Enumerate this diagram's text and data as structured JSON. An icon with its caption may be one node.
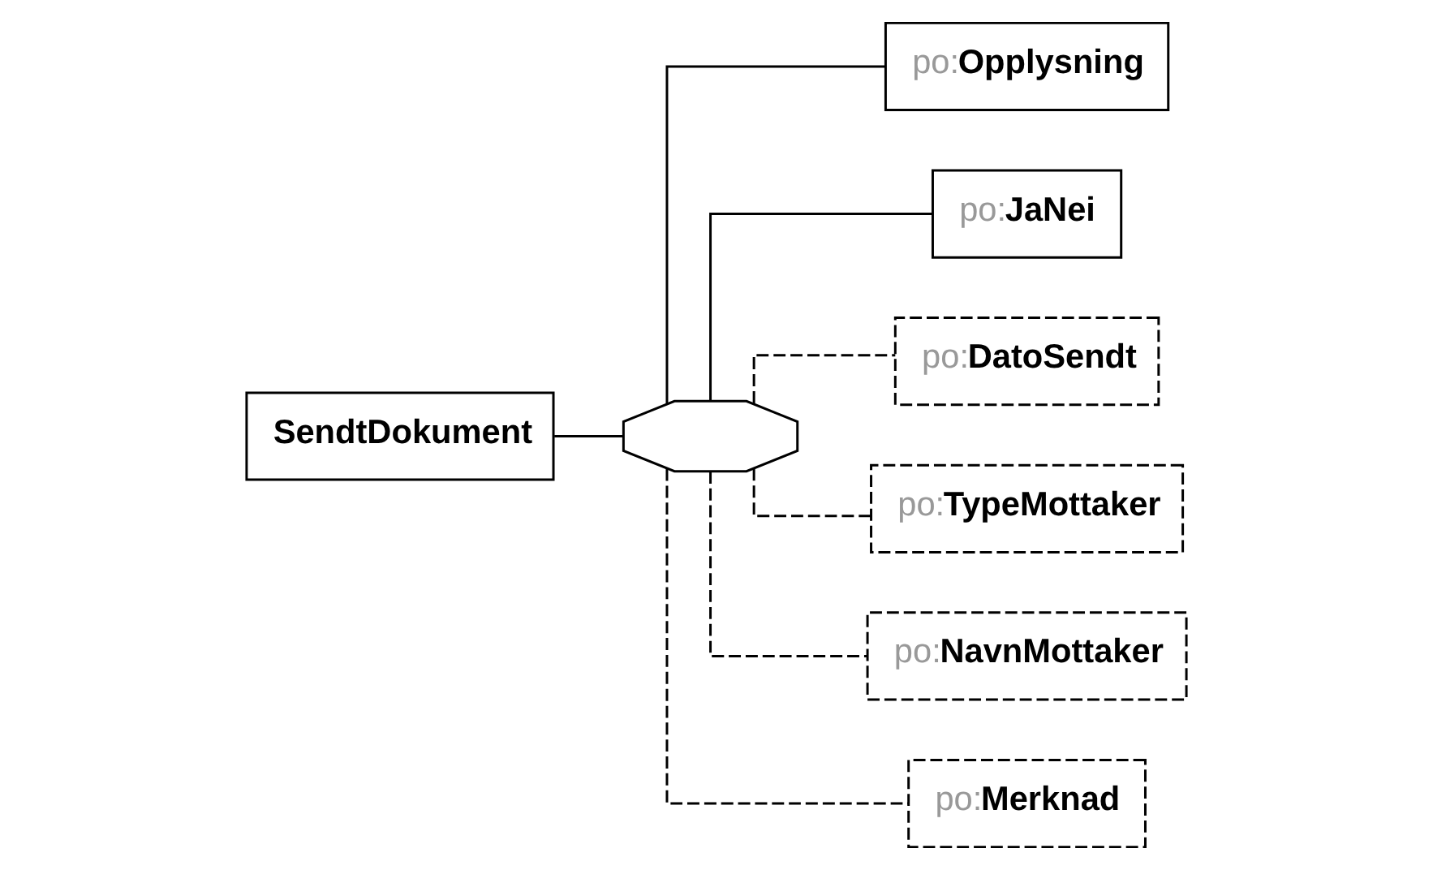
{
  "diagram": {
    "nodes": [
      {
        "text": [
          "SendtDokument"
        ]
      },
      {
        "text": [],
        "shape": "octagon"
      },
      {
        "text": [
          "po:Opplysning"
        ]
      },
      {
        "text": [
          "po:JaNei"
        ]
      },
      {
        "text": [
          "po:DatoSendt"
        ]
      },
      {
        "text": [
          "po:TypeMottaker"
        ]
      },
      {
        "text": [
          "po:NavnMottaker"
        ]
      },
      {
        "text": [
          "po:Merknad"
        ]
      }
    ],
    "edges": [
      {
        "from": 0,
        "to": 1,
        "arrow": "none"
      },
      {
        "from": 1,
        "to": 2,
        "arrow": "none"
      },
      {
        "from": 1,
        "to": 3,
        "arrow": "none"
      },
      {
        "from": 1,
        "to": 4,
        "arrow": "none",
        "style": "dashed"
      },
      {
        "from": 1,
        "to": 5,
        "arrow": "none",
        "style": "dashed"
      },
      {
        "from": 1,
        "to": 6,
        "arrow": "none",
        "style": "dashed"
      },
      {
        "from": 1,
        "to": 7,
        "arrow": "none",
        "style": "dashed"
      }
    ]
  }
}
